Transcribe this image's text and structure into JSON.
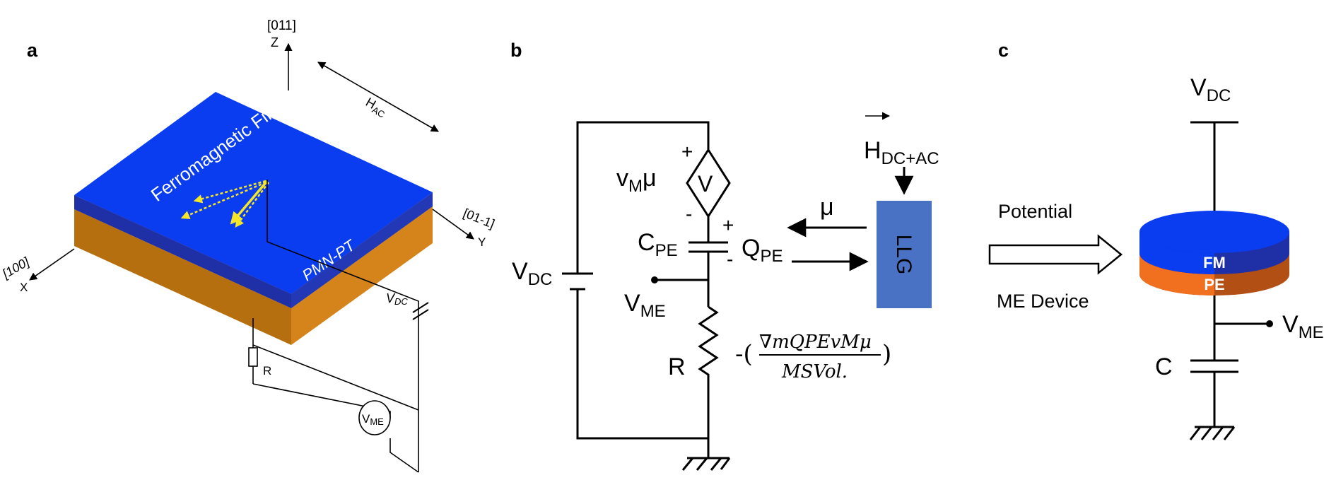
{
  "panels": {
    "a": "a",
    "b": "b",
    "c": "c"
  },
  "panel_a": {
    "z_direction": "[011]",
    "z_axis": "Z",
    "y_direction": "[01-1]",
    "y_axis": "Y",
    "x_direction": "[100]",
    "x_axis": "X",
    "h_ac_main": "H",
    "h_ac_sub": "AC",
    "film_label": "Ferromagnetic Film",
    "substrate_label": "PMN-PT",
    "vdc_main": "V",
    "vdc_sub": "DC",
    "resistor_label": "R",
    "vme_main": "V",
    "vme_sub": "ME",
    "colors": {
      "film_top": "#0a3cf0",
      "film_side": "#1f2fa6",
      "pmnpt_top": "#f0961e",
      "pmnpt_side": "#b56f0f",
      "arrow": "#f5e627"
    }
  },
  "panel_b": {
    "vm_main": "v",
    "vm_sub": "M",
    "vm_mu": "μ",
    "source_label": "V",
    "plus_top": "+",
    "minus_top": "-",
    "cpe_main": "C",
    "cpe_sub": "PE",
    "cap_plus": "+",
    "cap_minus": "-",
    "qpe_main": "Q",
    "qpe_sub": "PE",
    "vdc_main": "V",
    "vdc_sub": "DC",
    "vme_main": "V",
    "vme_sub": "ME",
    "r_label": "R",
    "mu_label": "μ",
    "llg_label": "LLG",
    "h_main": "H",
    "h_sub": "DC+AC",
    "formula_prefix": "-(",
    "formula_numerator": "∇mQPEvMμ",
    "formula_denominator": "MSVol.",
    "formula_suffix": ")",
    "colors": {
      "llg_block": "#4a72c4"
    }
  },
  "arrow_labels": {
    "top": "Potential",
    "bottom": "ME Device"
  },
  "panel_c": {
    "vdc_main": "V",
    "vdc_sub": "DC",
    "fm_label": "FM",
    "pe_label": "PE",
    "vme_main": "V",
    "vme_sub": "ME",
    "c_label": "C",
    "colors": {
      "fm": "#0a3cf0",
      "fm_side": "#1f2fa6",
      "pe": "#f07020",
      "pe_side": "#b24f14"
    }
  }
}
